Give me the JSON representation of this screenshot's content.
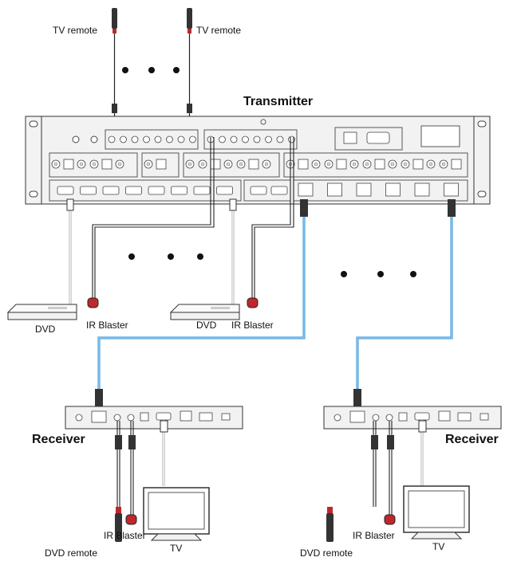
{
  "labels": {
    "transmitter": "Transmitter",
    "tv_remote_1": "TV remote",
    "tv_remote_2": "TV remote",
    "dvd_1": "DVD",
    "ir_blaster_1": "IR Blaster",
    "dvd_2": "DVD",
    "ir_blaster_2": "IR Blaster",
    "receiver_1": "Receiver",
    "receiver_2": "Receiver",
    "dvd_remote_1": "DVD remote",
    "ir_blaster_3": "IR Blaster",
    "tv_1": "TV",
    "dvd_remote_2": "DVD remote",
    "ir_blaster_4": "IR Blaster",
    "tv_2": "TV"
  },
  "colors": {
    "hdbaset_cable": "#2f8fd6",
    "hdmi_cable": "#a8a8a8",
    "ir_cable": "#222222",
    "ir_head": "#c0272d"
  }
}
